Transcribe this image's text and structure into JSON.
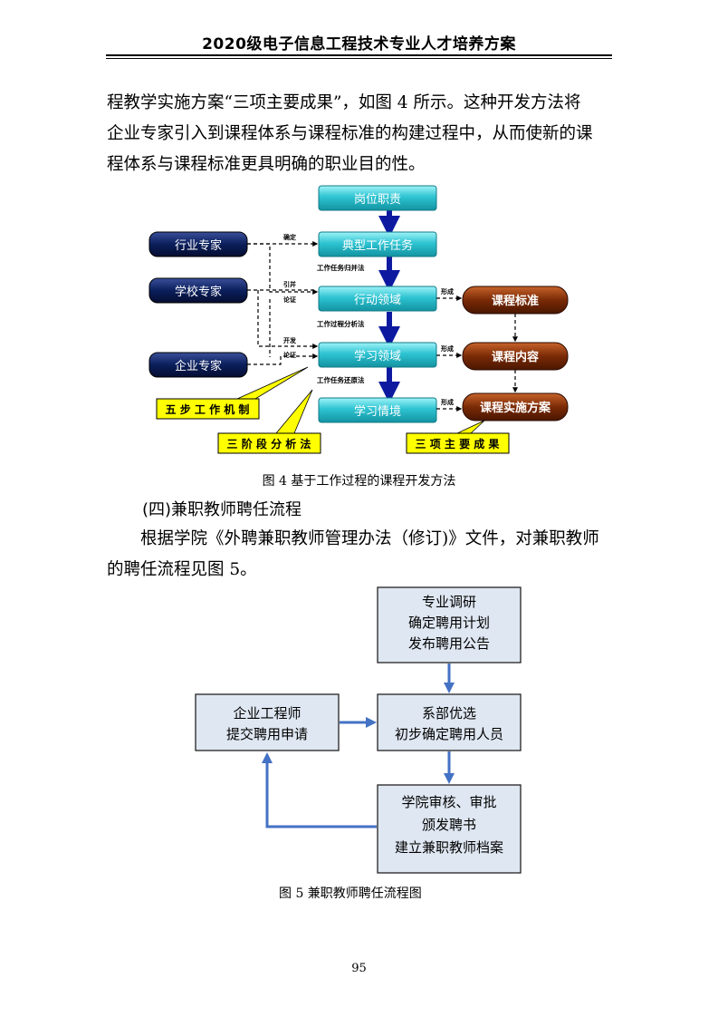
{
  "header": {
    "title": "2020级电子信息工程技术专业人才培养方案"
  },
  "paragraph1": {
    "line1": "程教学实施方案“三项主要成果”，如图 4 所示。这种开发方法将",
    "line2": "企业专家引入到课程体系与课程标准的构建过程中，从而使新的课",
    "line3": "程体系与课程标准更具明确的职业目的性。"
  },
  "figure4": {
    "caption": "图 4 基于工作过程的课程开发方法",
    "center_boxes": [
      "岗位职责",
      "典型工作任务",
      "行动领域",
      "学习领域",
      "学习情境"
    ],
    "experts": [
      "行业专家",
      "学校专家",
      "企业专家"
    ],
    "outputs": [
      "课程标准",
      "课程内容",
      "课程实施方案"
    ],
    "methods": [
      "工作任务归并法",
      "工作过程分析法",
      "工作任务还原法"
    ],
    "edge_labels": {
      "confirm": "确定",
      "introduce": "引并",
      "argue1": "论证",
      "develop": "开发",
      "argue2": "论证",
      "form": "形成"
    },
    "callouts": [
      "五 步 工 作 机 制",
      "三 阶 段 分 析 法",
      "三 项 主 要 成 果"
    ],
    "colors": {
      "center_box": "#2ec4d2",
      "expert_box": "#0b1f5c",
      "output_box": "#7a2a06",
      "callout": "#ffff00",
      "arrow": "#0d1aa0"
    }
  },
  "section": {
    "heading": "(四)兼职教师聘任流程"
  },
  "paragraph2": {
    "line1": "根据学院《外聘兼职教师管理办法（修订)》文件，对兼职教师",
    "line2": "的聘任流程见图 5。"
  },
  "figure5": {
    "caption": "图 5  兼职教师聘任流程图",
    "box_top": [
      "专业调研",
      "确定聘用计划",
      "发布聘用公告"
    ],
    "box_middle": [
      "系部优选",
      "初步确定聘用人员"
    ],
    "box_bottom": [
      "学院审核、审批",
      "颁发聘书",
      "建立兼职教师档案"
    ],
    "box_left": [
      "企业工程师",
      "提交聘用申请"
    ],
    "colors": {
      "box_fill": "#dfe7f2",
      "box_stroke": "#222222",
      "arrow": "#4472c4"
    }
  },
  "footer": {
    "page_number": "95"
  }
}
